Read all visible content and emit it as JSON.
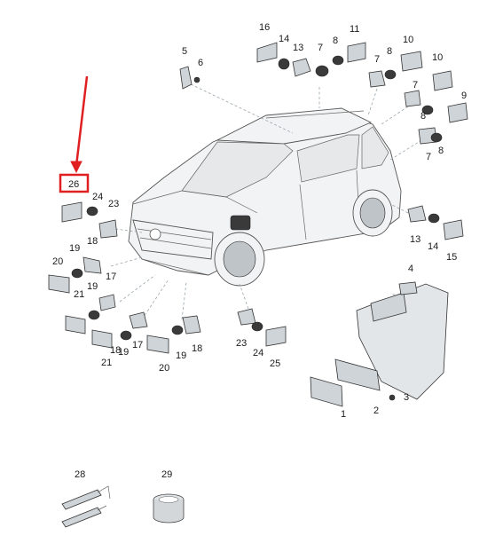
{
  "diagram": {
    "highlight_label": "26",
    "highlight_color": "#e02020",
    "labels": {
      "p1": "1",
      "p2": "2",
      "p3": "3",
      "p4": "4",
      "p5": "5",
      "p6": "6",
      "p7a": "7",
      "p7b": "7",
      "p7c": "7",
      "p8a": "8",
      "p8b": "8",
      "p8c": "8",
      "p8d": "8",
      "p9": "9",
      "p10a": "10",
      "p10b": "10",
      "p11": "11",
      "p13a": "13",
      "p13b": "13",
      "p14a": "14",
      "p14b": "14",
      "p15": "15",
      "p16": "16",
      "p17a": "17",
      "p17b": "17",
      "p18a": "18",
      "p18b": "18",
      "p19a": "19",
      "p19b": "19",
      "p19c": "19",
      "p19d": "19",
      "p20a": "20",
      "p20b": "20",
      "p21a": "21",
      "p21b": "21",
      "p23a": "23",
      "p23b": "23",
      "p24a": "24",
      "p24b": "24",
      "p25": "25",
      "p28": "28",
      "p29": "29"
    }
  }
}
